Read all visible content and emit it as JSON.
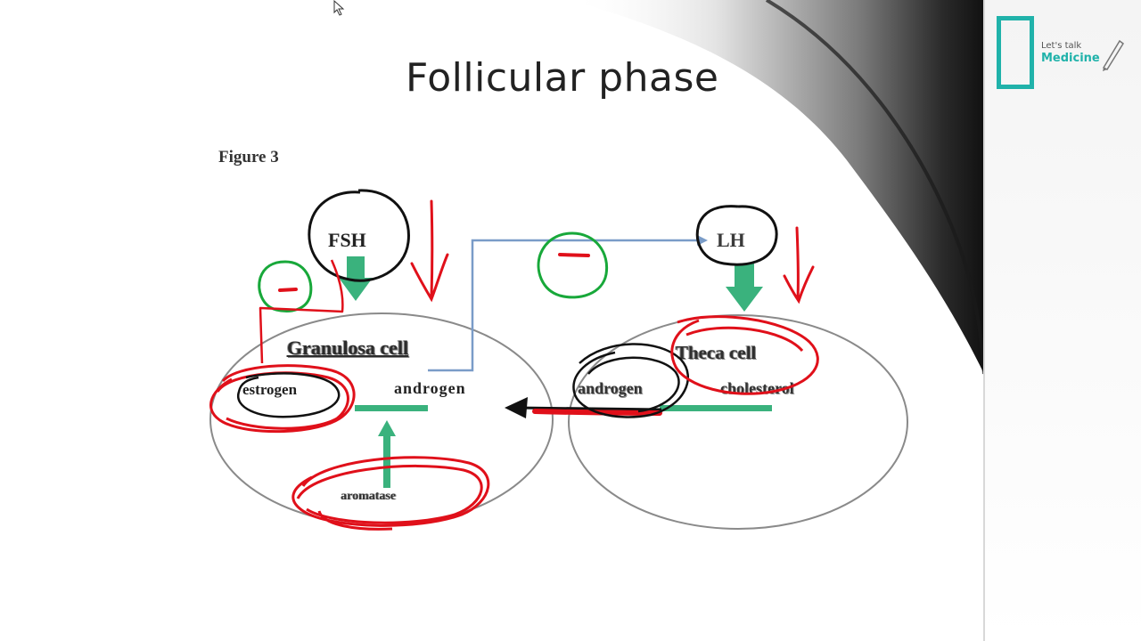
{
  "slide": {
    "title": "Follicular phase",
    "figure_label": "Figure 3"
  },
  "diagram": {
    "hormone_left": "FSH",
    "hormone_right": "LH",
    "cell_left": "Granulosa cell",
    "cell_right": "Theca cell",
    "left_product": "estrogen",
    "left_substrate": "androgen",
    "right_product": "androgen",
    "right_substrate": "cholesterol",
    "enzyme": "aromatase",
    "inhibition_mark": "−"
  },
  "logo": {
    "line1": "Let's talk",
    "line2": "Medicine"
  },
  "colors": {
    "ink_red": "#e0101a",
    "ink_black": "#111111",
    "ink_green": "#18a83a",
    "arrow_green": "#3ab27d",
    "connector_blue": "#7a9cc8",
    "accent_teal": "#20b2aa"
  },
  "icons": {
    "cursor": "mouse-pointer-icon",
    "pencil": "pencil-icon"
  }
}
